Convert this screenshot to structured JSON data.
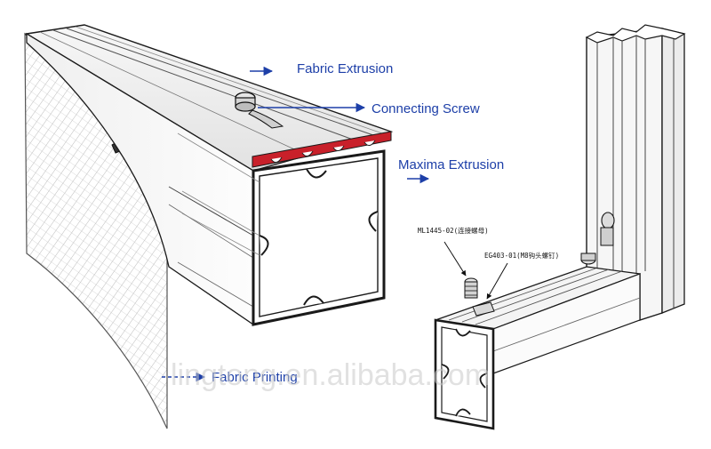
{
  "labels": {
    "fabric_extrusion": "Fabric Extrusion",
    "connecting_screw": "Connecting Screw",
    "maxima_extrusion": "Maxima Extrusion",
    "fabric_printing": "Fabric Printing",
    "part_nut": "ML1445-02(连接螺母)",
    "part_bolt": "EG403-01(M8钩头螺钉)"
  },
  "watermark": "lingtong.en.alibaba.com",
  "colors": {
    "callout_blue": "#1d3fa8",
    "red_gasket": "#c8202a",
    "line": "#1a1a1a",
    "fabric_hatch": "#9a9a9a"
  }
}
